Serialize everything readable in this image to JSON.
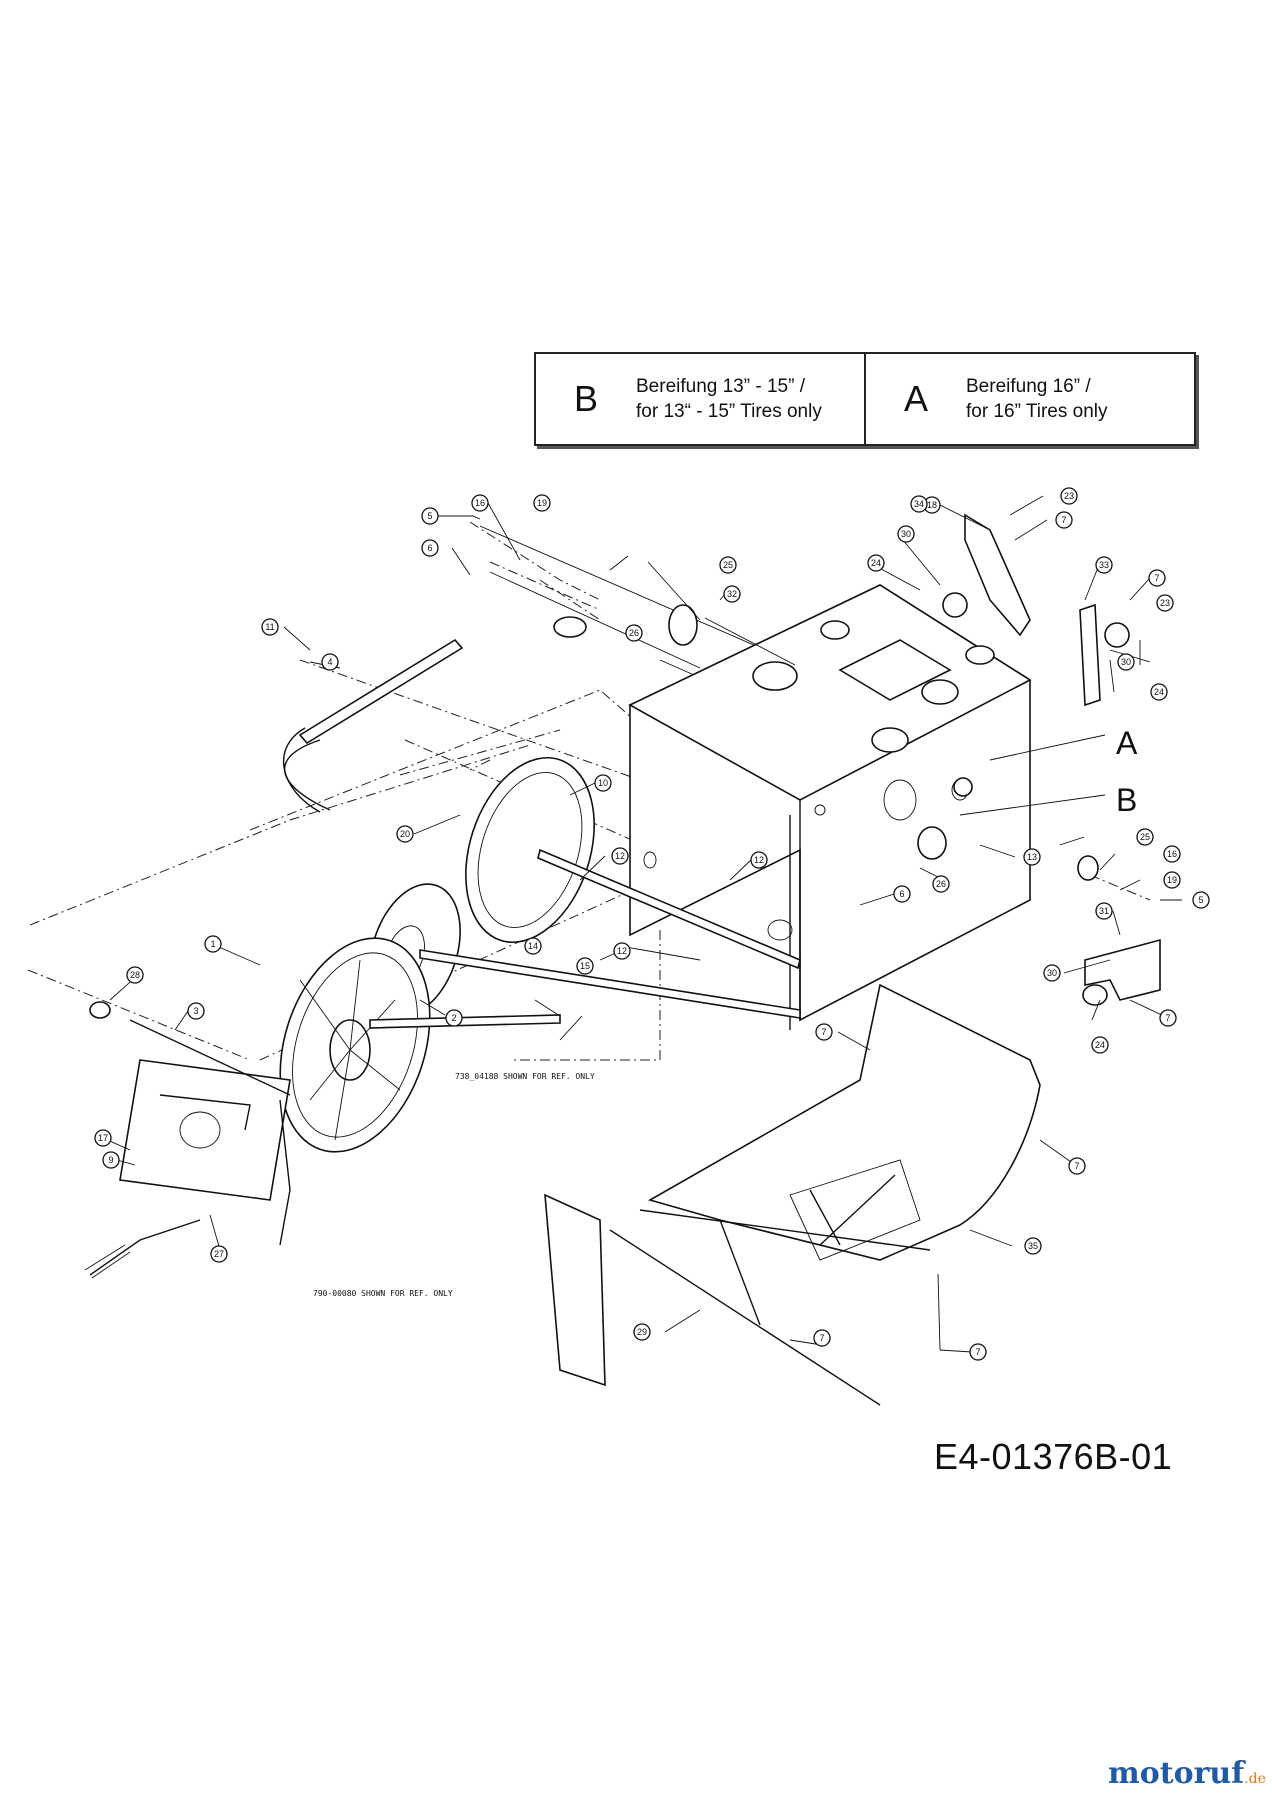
{
  "legend": {
    "left": {
      "letter": "B",
      "line1": "Bereifung 13” - 15”  /",
      "line2": "for 13“ - 15” Tires  only"
    },
    "right": {
      "letter": "A",
      "line1": "Bereifung 16”  /",
      "line2": "for 16” Tires  only"
    }
  },
  "annotations": {
    "a": "A",
    "b": "B"
  },
  "ref_notes": {
    "note1": "738_04188 SHOWN FOR REF. ONLY",
    "note2": "790-00080 SHOWN FOR REF. ONLY"
  },
  "document_code": "E4-01376B-01",
  "watermark": {
    "brand": "motoruf",
    "suffix": ".de"
  },
  "callouts": [
    {
      "num": "5"
    },
    {
      "num": "19"
    },
    {
      "num": "6"
    },
    {
      "num": "16"
    },
    {
      "num": "25"
    },
    {
      "num": "32"
    },
    {
      "num": "26"
    },
    {
      "num": "11"
    },
    {
      "num": "4"
    },
    {
      "num": "18"
    },
    {
      "num": "34"
    },
    {
      "num": "23"
    },
    {
      "num": "7"
    },
    {
      "num": "30"
    },
    {
      "num": "24"
    },
    {
      "num": "33"
    },
    {
      "num": "7"
    },
    {
      "num": "23"
    },
    {
      "num": "30"
    },
    {
      "num": "24"
    },
    {
      "num": "20"
    },
    {
      "num": "10"
    },
    {
      "num": "12"
    },
    {
      "num": "12"
    },
    {
      "num": "13"
    },
    {
      "num": "26"
    },
    {
      "num": "25"
    },
    {
      "num": "16"
    },
    {
      "num": "19"
    },
    {
      "num": "5"
    },
    {
      "num": "6"
    },
    {
      "num": "15"
    },
    {
      "num": "14"
    },
    {
      "num": "12"
    },
    {
      "num": "1"
    },
    {
      "num": "2"
    },
    {
      "num": "28"
    },
    {
      "num": "3"
    },
    {
      "num": "31"
    },
    {
      "num": "30"
    },
    {
      "num": "7"
    },
    {
      "num": "24"
    },
    {
      "num": "7"
    },
    {
      "num": "17"
    },
    {
      "num": "9"
    },
    {
      "num": "27"
    },
    {
      "num": "7"
    },
    {
      "num": "35"
    },
    {
      "num": "29"
    },
    {
      "num": "7"
    },
    {
      "num": "7"
    }
  ]
}
